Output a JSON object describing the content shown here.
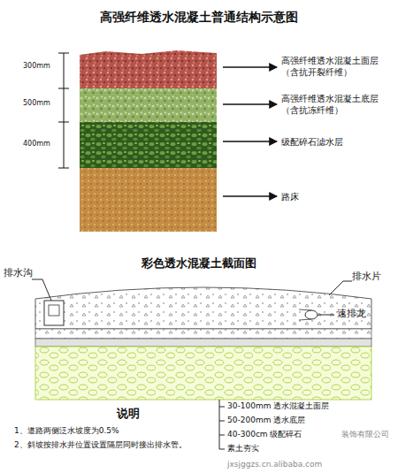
{
  "diagram": {
    "title": "高强纤维透水混凝土普通结构示意图",
    "labels": [
      "300mm",
      "500mm",
      "400mm",
      "高强纤维透水混凝土面层（含抗开裂纤维）",
      "高强纤维透水混凝土底层（含抗冻纤维）",
      "级配碎石滤水层",
      "路床",
      "彩色透水混凝土截面图",
      "排水沟",
      "排水片",
      "速排龙",
      "说明",
      "1、道路两侧泛水坡度为0.5%",
      "2、斜坡按排水井位置设置隔层同时接出排水管。",
      "30-100mm 透水混凝土面层",
      "50-200mm 透水底层",
      "40-300cm 级配碎石",
      "素土夯实",
      "装饰有限公司",
      "jxsjggzs.cn.alibaba.com"
    ]
  }
}
